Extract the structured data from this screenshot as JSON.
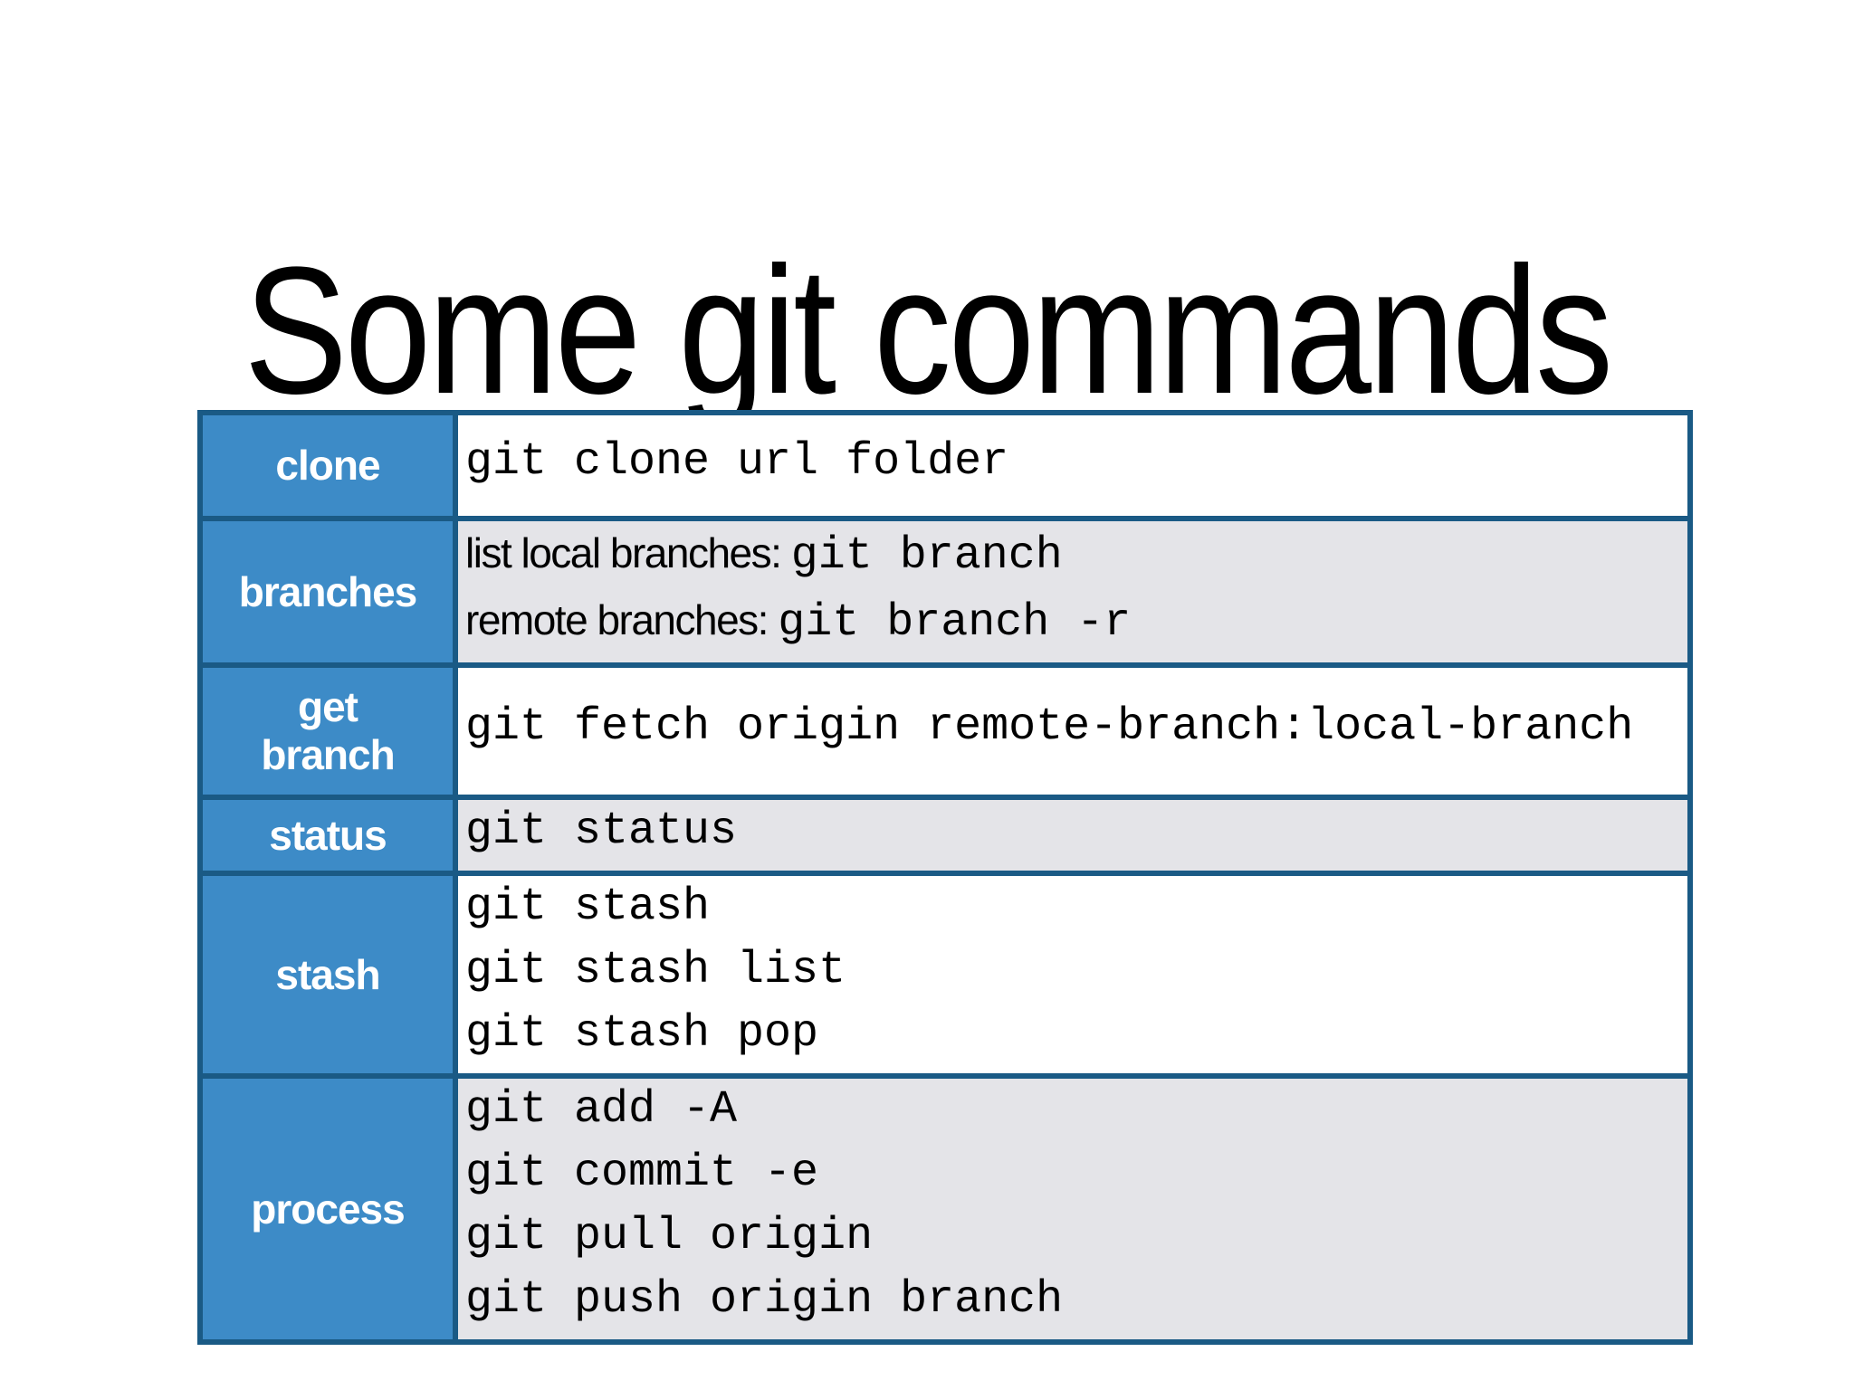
{
  "slide": {
    "title": "Some git commands"
  },
  "colors": {
    "header_blue": "#3d8bc7",
    "table_border": "#1a5a85",
    "row_alt": "#e4e4e8",
    "row_white": "#ffffff",
    "label_text": "#ffffff",
    "body_text": "#000000"
  },
  "table": {
    "rows": [
      {
        "label": "clone",
        "lines": [
          {
            "prefix": "",
            "code": "git clone url folder"
          }
        ]
      },
      {
        "label": "branches",
        "lines": [
          {
            "prefix": "list local branches: ",
            "code": "git branch"
          },
          {
            "prefix": "remote branches: ",
            "code": "git branch -r"
          }
        ]
      },
      {
        "label": "get\nbranch",
        "lines": [
          {
            "prefix": "",
            "code": "git fetch origin remote-branch:local-branch"
          }
        ]
      },
      {
        "label": "status",
        "lines": [
          {
            "prefix": "",
            "code": "git status"
          }
        ]
      },
      {
        "label": "stash",
        "lines": [
          {
            "prefix": "",
            "code": "git stash"
          },
          {
            "prefix": "",
            "code": "git stash list"
          },
          {
            "prefix": "",
            "code": "git stash pop"
          }
        ]
      },
      {
        "label": "process",
        "lines": [
          {
            "prefix": "",
            "code": "git add -A"
          },
          {
            "prefix": "",
            "code": "git commit -e"
          },
          {
            "prefix": "",
            "code": "git pull origin"
          },
          {
            "prefix": "",
            "code": "git push origin branch"
          }
        ]
      }
    ]
  }
}
